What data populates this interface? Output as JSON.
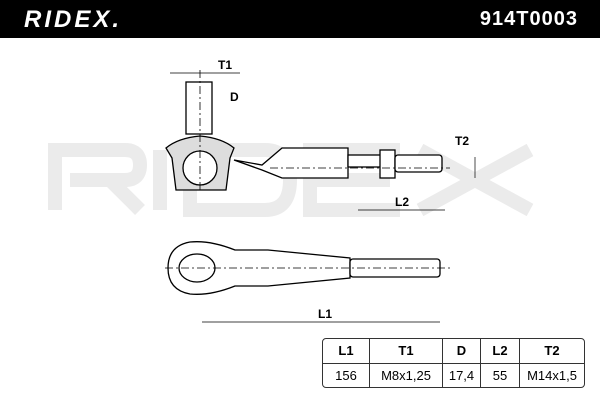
{
  "header": {
    "brand": "RIDEX.",
    "part_number": "914T0003"
  },
  "watermark": "RIDEX",
  "diagram_labels": {
    "t1": "T1",
    "d": "D",
    "t2": "T2",
    "l2": "L2",
    "l1": "L1"
  },
  "spec_table": {
    "headers": [
      "L1",
      "T1",
      "D",
      "L2",
      "T2"
    ],
    "values": [
      "156",
      "M8x1,25",
      "17,4",
      "55",
      "M14x1,5"
    ]
  }
}
